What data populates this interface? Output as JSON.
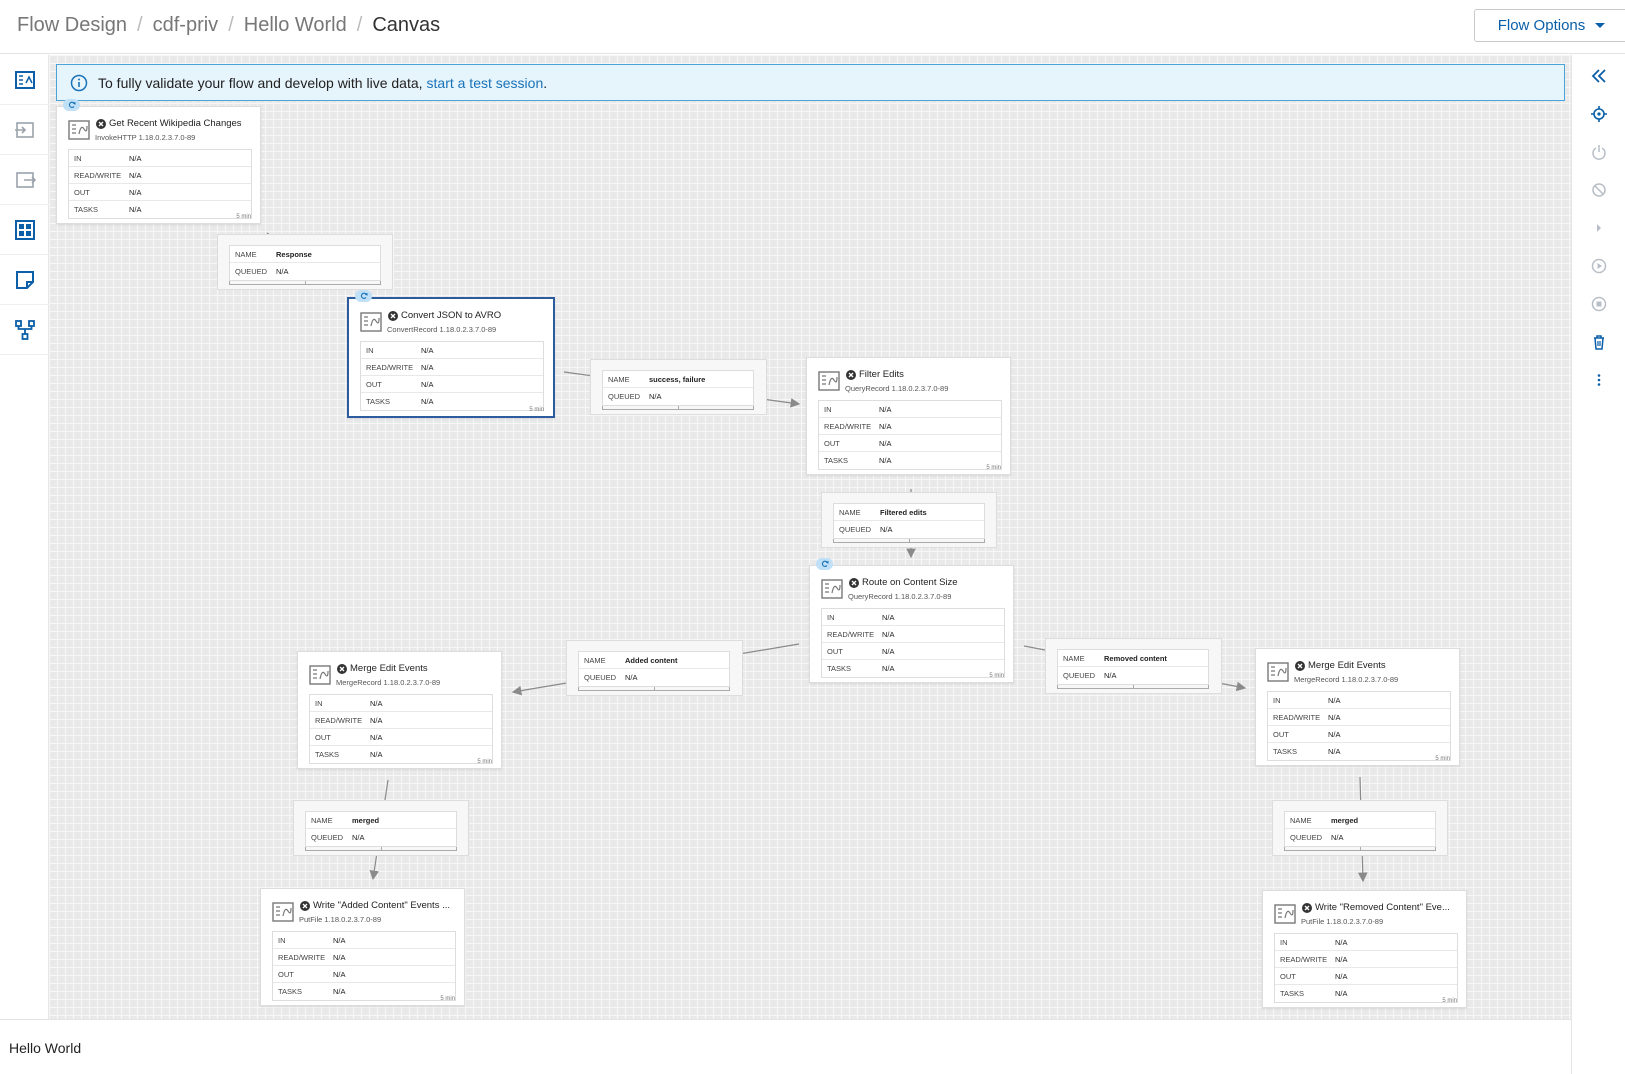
{
  "breadcrumb": [
    "Flow Design",
    "cdf-priv",
    "Hello World",
    "Canvas"
  ],
  "flow_options_label": "Flow Options",
  "banner": {
    "text": "To fully validate your flow and develop with live data,",
    "link": "start a test session",
    "suffix": "."
  },
  "stat_labels": {
    "in": "IN",
    "rw": "READ/WRITE",
    "out": "OUT",
    "tasks": "TASKS"
  },
  "conn_labels": {
    "name": "NAME",
    "queued": "QUEUED"
  },
  "processors": [
    {
      "name": "Get Recent Wikipedia Changes",
      "type": "InvokeHTTP 1.18.0.2.3.7.0-89",
      "in": "N/A",
      "rw": "N/A",
      "out": "N/A",
      "tasks": "N/A",
      "period": "5 min"
    },
    {
      "name": "Convert JSON to AVRO",
      "type": "ConvertRecord 1.18.0.2.3.7.0-89",
      "in": "N/A",
      "rw": "N/A",
      "out": "N/A",
      "tasks": "N/A",
      "period": "5 min"
    },
    {
      "name": "Filter Edits",
      "type": "QueryRecord 1.18.0.2.3.7.0-89",
      "in": "N/A",
      "rw": "N/A",
      "out": "N/A",
      "tasks": "N/A",
      "period": "5 min"
    },
    {
      "name": "Route on Content Size",
      "type": "QueryRecord 1.18.0.2.3.7.0-89",
      "in": "N/A",
      "rw": "N/A",
      "out": "N/A",
      "tasks": "N/A",
      "period": "5 min"
    },
    {
      "name": "Merge Edit Events",
      "type": "MergeRecord 1.18.0.2.3.7.0-89",
      "in": "N/A",
      "rw": "N/A",
      "out": "N/A",
      "tasks": "N/A",
      "period": "5 min"
    },
    {
      "name": "Merge Edit Events",
      "type": "MergeRecord 1.18.0.2.3.7.0-89",
      "in": "N/A",
      "rw": "N/A",
      "out": "N/A",
      "tasks": "N/A",
      "period": "5 min"
    },
    {
      "name": "Write \"Added Content\" Events ...",
      "type": "PutFile 1.18.0.2.3.7.0-89",
      "in": "N/A",
      "rw": "N/A",
      "out": "N/A",
      "tasks": "N/A",
      "period": "5 min"
    },
    {
      "name": "Write \"Removed Content\" Eve...",
      "type": "PutFile 1.18.0.2.3.7.0-89",
      "in": "N/A",
      "rw": "N/A",
      "out": "N/A",
      "tasks": "N/A",
      "period": "5 min"
    }
  ],
  "connections": [
    {
      "name": "Response",
      "queued": "N/A"
    },
    {
      "name": "success, failure",
      "queued": "N/A"
    },
    {
      "name": "Filtered edits",
      "queued": "N/A"
    },
    {
      "name": "Added content",
      "queued": "N/A"
    },
    {
      "name": "Removed content",
      "queued": "N/A"
    },
    {
      "name": "merged",
      "queued": "N/A"
    },
    {
      "name": "merged",
      "queued": "N/A"
    }
  ],
  "footer_title": "Hello World",
  "colors": {
    "accent": "#0a5fa8",
    "banner_bg": "#e6f4fc",
    "banner_border": "#4aa3d9",
    "selected": "#2d5c9e"
  }
}
